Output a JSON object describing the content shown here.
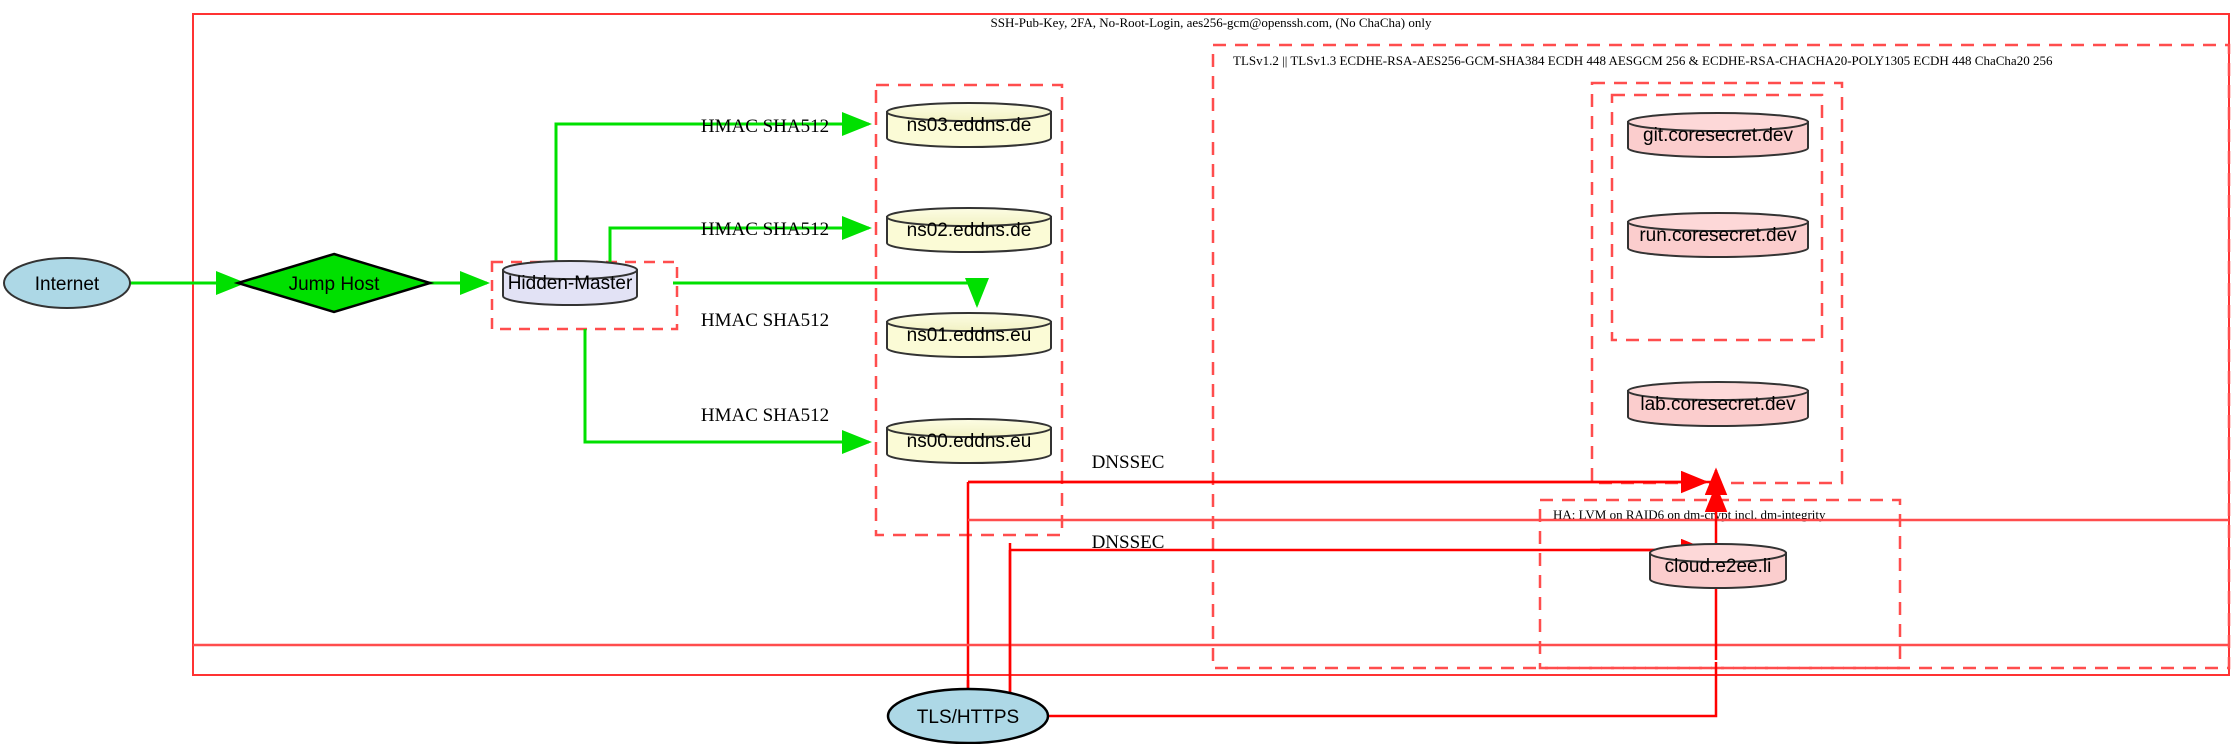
{
  "diagram": {
    "title_top": "SSH-Pub-Key, 2FA, No-Root-Login, aes256-gcm@openssh.com, (No ChaCha) only",
    "zones": [
      {
        "id": "ssh-zone",
        "label": "SSH-Pub-Key, 2FA, No-Root-Login, aes256-gcm@openssh.com, (No ChaCha) only",
        "style": "solid",
        "color": "#ff3333"
      },
      {
        "id": "tls-zone",
        "label": "TLSv1.2 || TLSv1.3 ECDHE-RSA-AES256-GCM-SHA384 ECDH 448 AESGCM 256 & ECDHE-RSA-CHACHA20-POLY1305 ECDH 448 ChaCha20 256",
        "style": "dashed",
        "color": "#ff4d4d"
      },
      {
        "id": "ha-zone",
        "label": "HA: LVM on RAID6 on dm-crypt incl. dm-integrity",
        "style": "dashed",
        "color": "#ff4d4d"
      }
    ],
    "nodes": [
      {
        "id": "internet",
        "label": "Internet",
        "shape": "ellipse",
        "fill": "#add8e6"
      },
      {
        "id": "jump-host",
        "label": "Jump Host",
        "shape": "diamond",
        "fill": "#00e000"
      },
      {
        "id": "hidden-master",
        "label": "Hidden-Master",
        "shape": "cylinder",
        "fill": "#e2e2f5"
      },
      {
        "id": "ns03",
        "label": "ns03.eddns.de",
        "shape": "cylinder",
        "fill": "#fbfbd6"
      },
      {
        "id": "ns02",
        "label": "ns02.eddns.de",
        "shape": "cylinder",
        "fill": "#fbfbd6"
      },
      {
        "id": "ns01",
        "label": "ns01.eddns.eu",
        "shape": "cylinder",
        "fill": "#fbfbd6"
      },
      {
        "id": "ns00",
        "label": "ns00.eddns.eu",
        "shape": "cylinder",
        "fill": "#fbfbd6"
      },
      {
        "id": "git",
        "label": "git.coresecret.dev",
        "shape": "cylinder",
        "fill": "#fbcdcd"
      },
      {
        "id": "run",
        "label": "run.coresecret.dev",
        "shape": "cylinder",
        "fill": "#fbcdcd"
      },
      {
        "id": "lab",
        "label": "lab.coresecret.dev",
        "shape": "cylinder",
        "fill": "#fbcdcd"
      },
      {
        "id": "cloud",
        "label": "cloud.e2ee.li",
        "shape": "cylinder",
        "fill": "#fbcdcd"
      },
      {
        "id": "tls-https",
        "label": "TLS/HTTPS",
        "shape": "ellipse",
        "fill": "#add8e6"
      }
    ],
    "edge_labels": {
      "hmac": "HMAC SHA512",
      "dnssec": "DNSSEC"
    },
    "edges": [
      {
        "from": "internet",
        "to": "jump-host",
        "label": "",
        "color": "#00e000"
      },
      {
        "from": "jump-host",
        "to": "hidden-master",
        "label": "",
        "color": "#00e000"
      },
      {
        "from": "hidden-master",
        "to": "ns03",
        "label": "HMAC SHA512",
        "color": "#00e000"
      },
      {
        "from": "hidden-master",
        "to": "ns02",
        "label": "HMAC SHA512",
        "color": "#00e000"
      },
      {
        "from": "hidden-master",
        "to": "ns01",
        "label": "HMAC SHA512",
        "color": "#00e000"
      },
      {
        "from": "hidden-master",
        "to": "ns00",
        "label": "HMAC SHA512",
        "color": "#00e000"
      },
      {
        "from": "ns-zone",
        "to": "coresecret",
        "label": "DNSSEC",
        "color": "#ff0000"
      },
      {
        "from": "ns-zone",
        "to": "ha-zone",
        "label": "DNSSEC",
        "color": "#ff0000"
      },
      {
        "from": "tls-https",
        "to": "ha-zone",
        "label": "",
        "color": "#ff0000"
      }
    ],
    "colors": {
      "zone_solid": "#ff3333",
      "zone_dashed": "#ff4d4d",
      "edge_green": "#00e000",
      "edge_red": "#ff0000",
      "node_stroke": "#333333",
      "ellipse_fill": "#add8e6",
      "diamond_fill": "#00e000",
      "master_fill": "#e2e2f5",
      "ns_fill": "#fbfbd6",
      "svc_fill": "#fbcdcd"
    }
  }
}
